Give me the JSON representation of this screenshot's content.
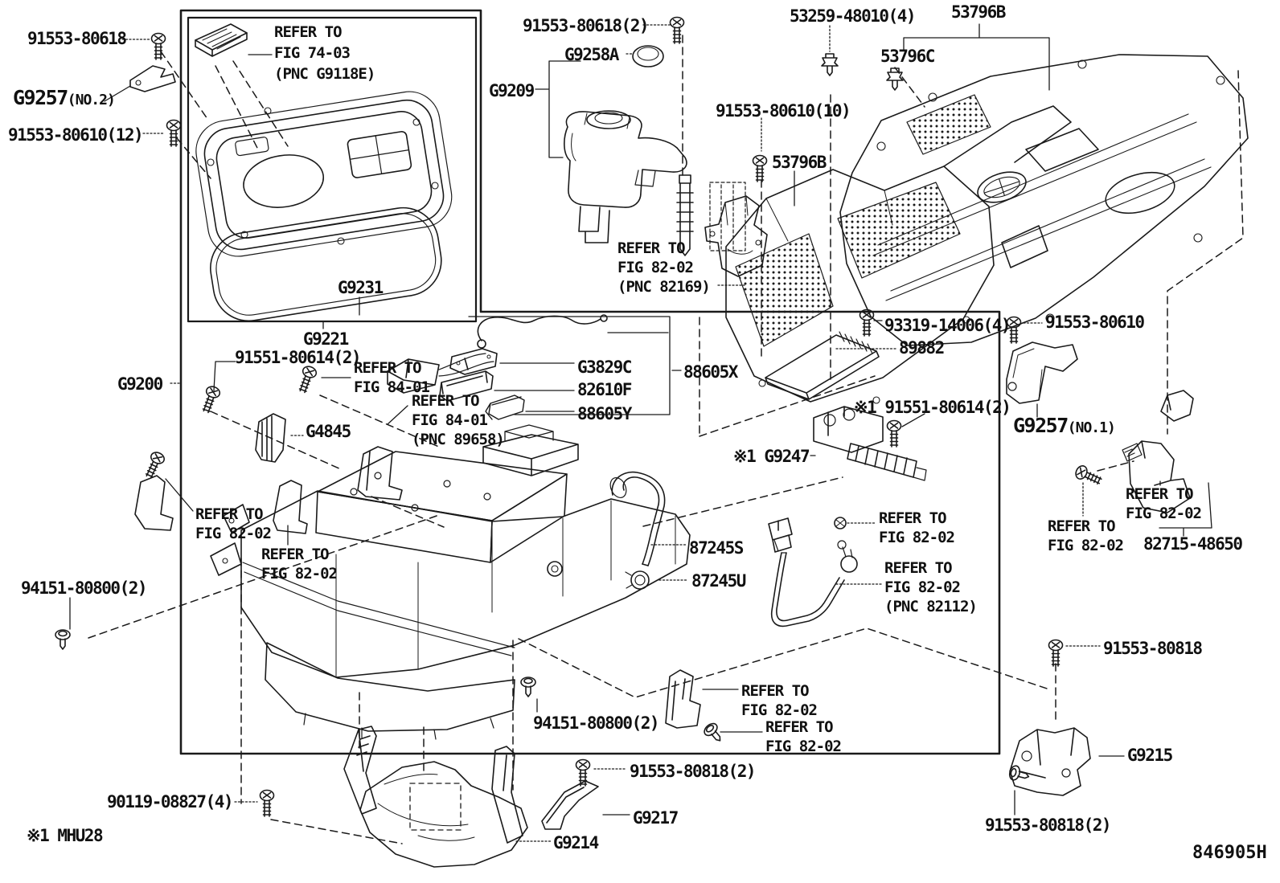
{
  "diagram": {
    "figure_code": "846905H",
    "footnote": "※1 MHU28",
    "colors": {
      "line": "#1a1a1a",
      "background": "#ffffff"
    },
    "shared": {
      "refer_to": "REFER TO",
      "fig_74_03": "FIG 74-03",
      "fig_82_02": "FIG 82-02",
      "fig_84_01": "FIG 84-01",
      "pnc_g9118e": "(PNC G9118E)",
      "pnc_89658": "(PNC 89658)",
      "pnc_82169": "(PNC 82169)",
      "pnc_82112": "(PNC 82112)"
    },
    "parts": {
      "g9200": "G9200",
      "g9209": "G9209",
      "g9214": "G9214",
      "g9215": "G9215",
      "g9217": "G9217",
      "g9221": "G9221",
      "g9231": "G9231",
      "g9247_note": "※1 G9247",
      "g9257": "G9257",
      "g9257_no1": "(NO.1)",
      "g9257_no2": "(NO.2)",
      "g9258a": "G9258A",
      "g4845": "G4845",
      "g3829c": "G3829C",
      "p82610f": "82610F",
      "p88605x": "88605X",
      "p88605y": "88605Y",
      "p89882": "89882",
      "p87245s": "87245S",
      "p87245u": "87245U",
      "p82715_48650": "82715-48650",
      "p53796b": "53796B",
      "p53796c": "53796C",
      "p53259_48010_4": "53259-48010(4)",
      "p91553_80618": "91553-80618",
      "p91553_80618_2": "91553-80618(2)",
      "p91553_80610": "91553-80610",
      "p91553_80610_10": "91553-80610(10)",
      "p91553_80610_12": "91553-80610(12)",
      "p91551_80614_2": "91551-80614(2)",
      "p91551_80614_2_note": "※1 91551-80614(2)",
      "p93319_14006_4": "93319-14006(4)",
      "p94151_80800_2": "94151-80800(2)",
      "p90119_08827_4": "90119-08827(4)",
      "p91553_80818": "91553-80818",
      "p91553_80818_2": "91553-80818(2)"
    }
  }
}
